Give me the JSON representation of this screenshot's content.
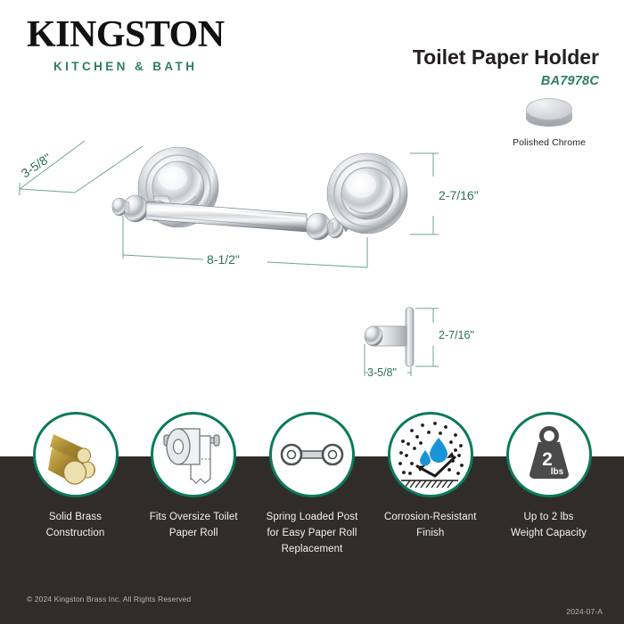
{
  "brand": {
    "name": "KINGSTON",
    "tagline": "KITCHEN & BATH",
    "accent_color": "#2e7d63"
  },
  "product": {
    "title": "Toilet Paper Holder",
    "model": "BA7978C"
  },
  "finish": {
    "label": "Polished Chrome",
    "swatch_color": "#d8dade"
  },
  "dimensions": {
    "front_depth": "3-5/8\"",
    "front_width": "8-1/2\"",
    "front_height": "2-7/16\"",
    "side_height": "2-7/16\"",
    "side_depth": "3-5/8\"",
    "line_color": "#6fa392",
    "text_color": "#2f6f5c"
  },
  "features": [
    {
      "icon": "brass-rods-icon",
      "label": "Solid Brass\nConstruction",
      "line1": "Solid Brass",
      "line2": "Construction",
      "line3": ""
    },
    {
      "icon": "toilet-paper-roll-icon",
      "label": "Fits Oversize Toilet\nPaper Roll",
      "line1": "Fits Oversize Toilet",
      "line2": "Paper Roll",
      "line3": ""
    },
    {
      "icon": "spring-loaded-post-icon",
      "label": "Spring Loaded Post for Easy Paper Roll Replacement",
      "line1": "Spring Loaded Post",
      "line2": "for Easy Paper Roll",
      "line3": "Replacement"
    },
    {
      "icon": "water-droplet-shield-icon",
      "label": "Corrosion-Resistant\nFinish",
      "line1": "Corrosion-Resistant",
      "line2": "Finish",
      "line3": ""
    },
    {
      "icon": "weight-icon",
      "label": "Up to 2 lbs\nWeight Capacity",
      "line1": "Up to 2 lbs",
      "line2": "Weight Capacity",
      "line3": "",
      "weight_value": "2",
      "weight_unit": "lbs"
    }
  ],
  "footer": {
    "copyright": "© 2024 Kingston Brass Inc. All Rights Reserved",
    "revision": "2024-07-A"
  },
  "theme": {
    "dark_band": "#2f2c2a",
    "ring": "#0c7a5c",
    "label_text": "#f4f2ef"
  }
}
